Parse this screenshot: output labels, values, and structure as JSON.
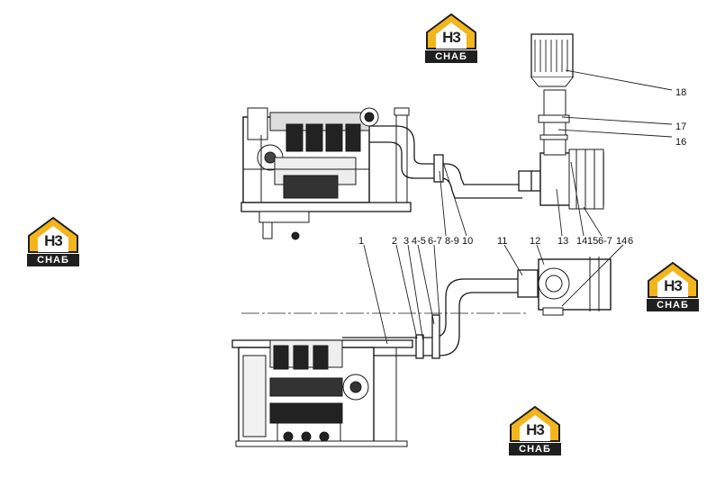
{
  "watermark": {
    "mark": "H3",
    "text": "СНАБ",
    "accent": "#f2b51c",
    "dark": "#1f1f1f"
  },
  "callouts": {
    "c1": "1",
    "c2": "2",
    "c3": "3",
    "c45": "4-5",
    "c67a": "6-7",
    "c89": "8-9",
    "c10": "10",
    "c11": "11",
    "c12": "12",
    "c13": "13",
    "c14": "14",
    "c15": "15",
    "c67b": "6-7",
    "c14b": "14",
    "c6": "6",
    "c16": "16",
    "c17": "17",
    "c18": "18"
  }
}
